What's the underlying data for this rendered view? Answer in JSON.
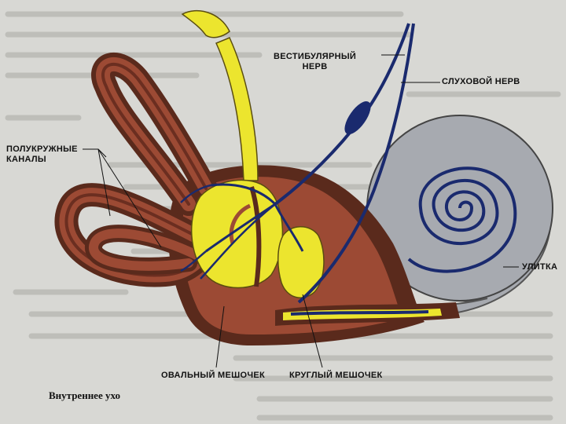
{
  "figure": {
    "caption": "Внутреннее ухо",
    "labels": {
      "vestibular_nerve": "ВЕСТИБУЛЯРНЫЙ\nНЕРВ",
      "auditory_nerve": "СЛУХОВОЙ НЕРВ",
      "semicircular_canals": "ПОЛУКРУЖНЫЕ\nКАНАЛЫ",
      "cochlea": "УЛИТКА",
      "oval_sac": "ОВАЛЬНЫЙ МЕШОЧЕК",
      "round_sac": "КРУГЛЫЙ МЕШОЧЕК"
    },
    "colors": {
      "canal_outer": "#5a2a1c",
      "canal_inner": "#9c4a34",
      "vestibule_yellow": "#ece52e",
      "cochlea_gray": "#a7aab0",
      "nerve_blue": "#1a2a6e",
      "background": "#d8d8d4"
    }
  }
}
